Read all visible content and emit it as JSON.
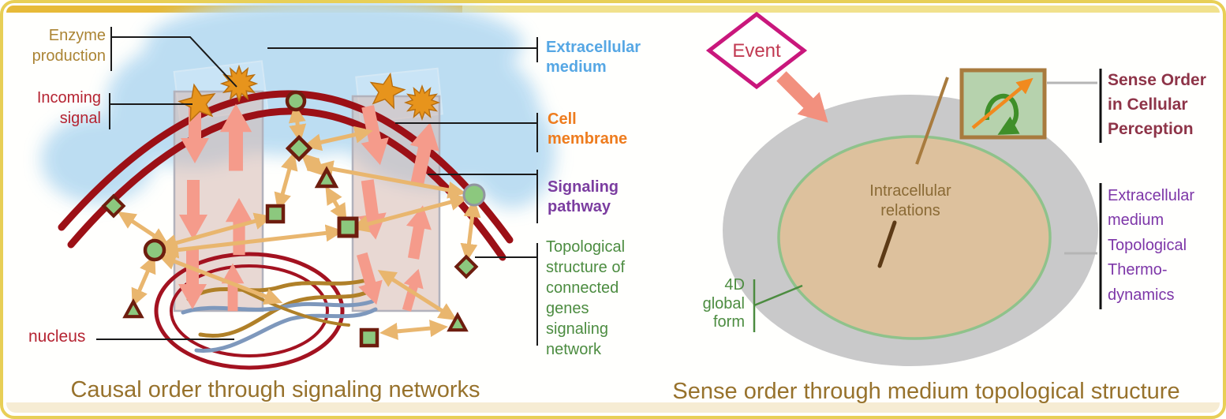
{
  "panels": {
    "left": {
      "caption": "Causal order through signaling networks",
      "labels": {
        "enzyme_production": "Enzyme\nproduction",
        "incoming_signal": "Incoming\nsignal",
        "nucleus": "nucleus",
        "extracellular_medium": "Extracellular\nmedium",
        "cell_membrane": "Cell\nmembrane",
        "signaling_pathway": "Signaling\npathway",
        "topological_network": "Topological\nstructure of\nconnected\ngenes\nsignaling\nnetwork"
      }
    },
    "right": {
      "caption": "Sense order through medium topological structure",
      "labels": {
        "event": "Event",
        "intracellular_relations": "Intracellular\nrelations",
        "global_form": "4D\nglobal\nform",
        "sense_order": "Sense Order\nin Cellular\nPerception",
        "extracellular_thermo": "Extracellular\nmedium\nTopological\nThermo-\ndynamics"
      }
    }
  },
  "icons": {
    "incoming_signal_star": "star-icon",
    "enzyme_burst": "starburst-icon",
    "event_marker": "diamond-outline-icon",
    "perception_box": "rotation-and-direction-arrows-icon"
  },
  "colors": {
    "frame_border": "#e8cf56",
    "top_accent": "#e7ba38",
    "bottom_strip": "#f6ecd3",
    "cloud_blue": "#b9dcf2",
    "membrane_red": "#9c1016",
    "channel_fill": "#d5b8b1",
    "pink_arrow": "#f59b8b",
    "tan_arrow": "#e9b66e",
    "node_green": "#8cc87e",
    "node_border": "#6d1d0e",
    "star_orange": "#e7941c",
    "event_magenta": "#c9177c",
    "medium_gray": "#c9c9ca",
    "cell_tan": "#ddc19d",
    "box_green": "#b6d2ad",
    "box_border": "#a87b3e",
    "caption_brown": "#97722c",
    "label_blue": "#56a7e4",
    "label_orange": "#ee7c1e",
    "label_purple": "#7b3da0",
    "label_green": "#4c8c40",
    "label_wine": "#8e3448",
    "label_violet": "#7d36a8"
  }
}
